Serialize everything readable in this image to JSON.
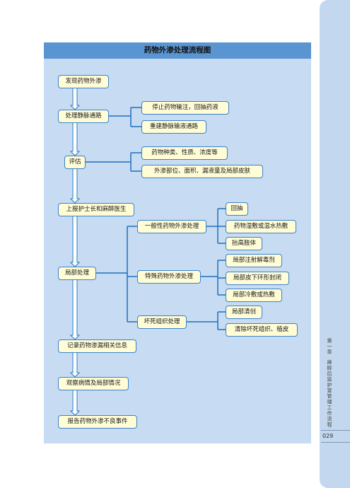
{
  "title": "药物外渗处理流程图",
  "main_steps": [
    "发现药物外渗",
    "处理静脉通路",
    "评估",
    "上报护士长和麻醉医生",
    "局部处理",
    "记录药物渗漏相关信息",
    "观察病情及局部情况",
    "报告药物外渗不良事件"
  ],
  "vein_actions": [
    "停止药物输注，回抽药液",
    "重建静脉输液通路"
  ],
  "assess_items": [
    "药物种类、性质、浓度等",
    "外渗部位、面积、漏液量及局部皮肤"
  ],
  "local_categories": [
    "一般性药物外渗处理",
    "特殊药物外渗处理",
    "坏死组织处理"
  ],
  "general_actions": [
    "回抽",
    "药物湿敷或温水热敷",
    "抬高肢体"
  ],
  "special_actions": [
    "局部注射解毒剂",
    "局部皮下环形封闭",
    "局部冷敷或热敷"
  ],
  "necrosis_actions": [
    "局部清创",
    "清除坏死组织、植皮"
  ],
  "side": {
    "chapter": "第一章",
    "section": "麻醉后监护室管理工作流程",
    "page": "029"
  },
  "colors": {
    "box_fill": "#fffcd6",
    "box_border": "#3b83c9",
    "panel": "#c7dcf2",
    "title_bar": "#5b95d1",
    "line": "#1f6fbf"
  }
}
